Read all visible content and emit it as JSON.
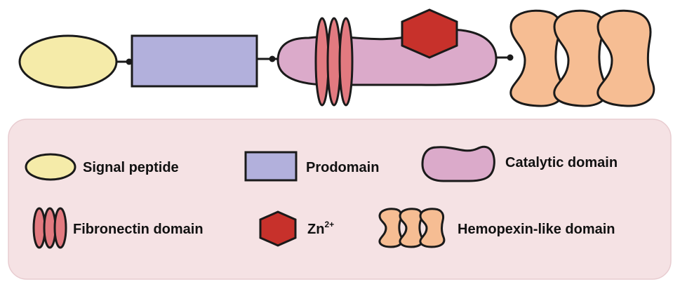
{
  "colors": {
    "signal_peptide": "#F5EBA9",
    "prodomain": "#B2B0DC",
    "catalytic": "#DBAACA",
    "fibronectin": "#E27A80",
    "zinc": "#C7312B",
    "hemopexin": "#F6BD93",
    "legend_background": "#F5E2E4",
    "outline": "#1a1a1a"
  },
  "legend": {
    "signal_peptide": "Signal peptide",
    "prodomain": "Prodomain",
    "catalytic": "Catalytic domain",
    "fibronectin": "Fibronectin domain",
    "zinc_base": "Zn",
    "zinc_superscript": "2+",
    "hemopexin": "Hemopexin-like domain"
  }
}
